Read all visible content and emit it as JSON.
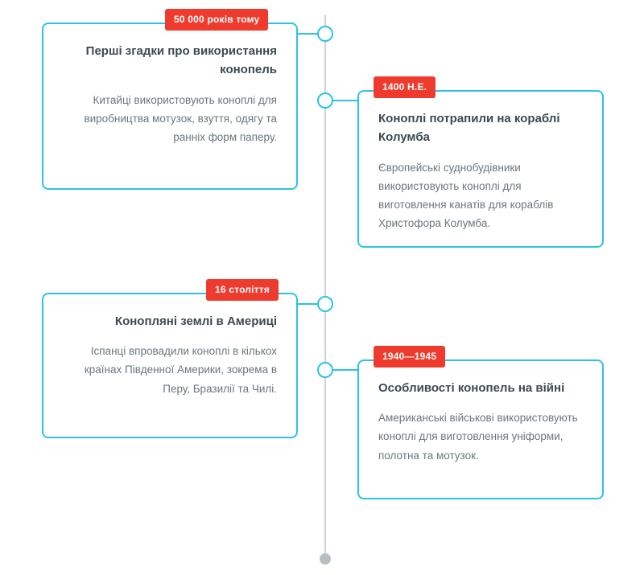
{
  "diagram": {
    "type": "vertical-timeline",
    "colors": {
      "accent": "#2cc3e4",
      "badge": "#ef3b2d",
      "spine": "#cfd3d6",
      "title": "#3c4a52",
      "body": "#6b767d"
    },
    "events": [
      {
        "badge": "50 000 років тому",
        "title": "Перші згадки про використання конопель",
        "body": "Китайці використовують коноплі для виробництва мотузок, взуття, одягу та ранніх форм паперу.",
        "side": "left"
      },
      {
        "badge": "1400 Н.Е.",
        "title": "Коноплі потрапили на кораблі Колумба",
        "body": "Європейські суднобудівники використовують коноплі для виготовлення канатів для кораблів Христофора Колумба.",
        "side": "right"
      },
      {
        "badge": "16 століття",
        "title": "Конопляні землі в Америці",
        "body": "Іспанці впровадили коноплі в кількох країнах Південної Америки, зокрема в Перу, Бразилії та Чилі.",
        "side": "left"
      },
      {
        "badge": "1940—1945",
        "title": "Особливості конопель на війні",
        "body": "Американські військові використовують коноплі для виготовлення уніформи, полотна та мотузок.",
        "side": "right"
      }
    ]
  }
}
